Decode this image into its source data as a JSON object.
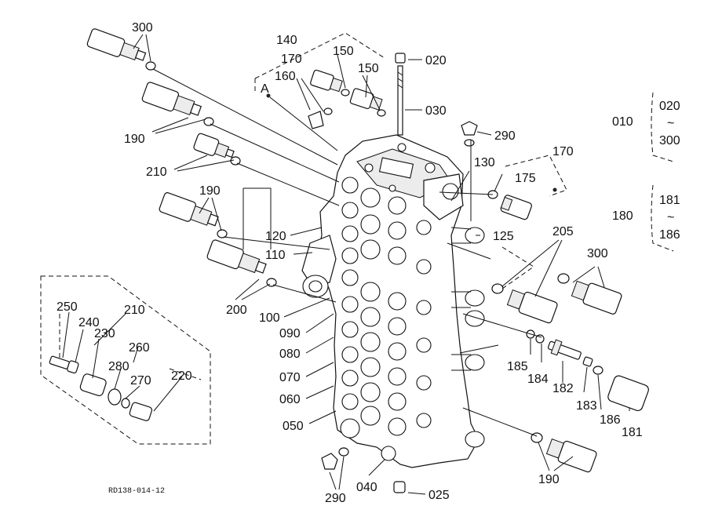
{
  "labels": {
    "l300a": "300",
    "l190a": "190",
    "l210a": "210",
    "l190b": "190",
    "l200": "200",
    "l120": "120",
    "l110": "110",
    "l100": "100",
    "l090": "090",
    "l080": "080",
    "l070": "070",
    "l060": "060",
    "l050": "050",
    "l040": "040",
    "l290a": "290",
    "l025": "025",
    "l140": "140",
    "l170a": "170",
    "l150a": "150",
    "l150b": "150",
    "l160": "160",
    "lA": "A",
    "l020": "020",
    "l030": "030",
    "l290b": "290",
    "l130": "130",
    "l170b": "170",
    "l175": "175",
    "l125": "125",
    "l205": "205",
    "l300b": "300",
    "l185": "185",
    "l184": "184",
    "l182": "182",
    "l183": "183",
    "l186": "186",
    "l181": "181",
    "l190c": "190",
    "i250": "250",
    "i240": "240",
    "i230": "230",
    "i210": "210",
    "i260": "260",
    "i280": "280",
    "i270": "270",
    "i220": "220"
  },
  "ranges": {
    "r1_key": "010",
    "r1_from": "020",
    "r1_tilde": "~",
    "r1_to": "300",
    "r2_key": "180",
    "r2_from": "181",
    "r2_tilde": "~",
    "r2_to": "186"
  },
  "drawing_code": "RD138-014-12"
}
